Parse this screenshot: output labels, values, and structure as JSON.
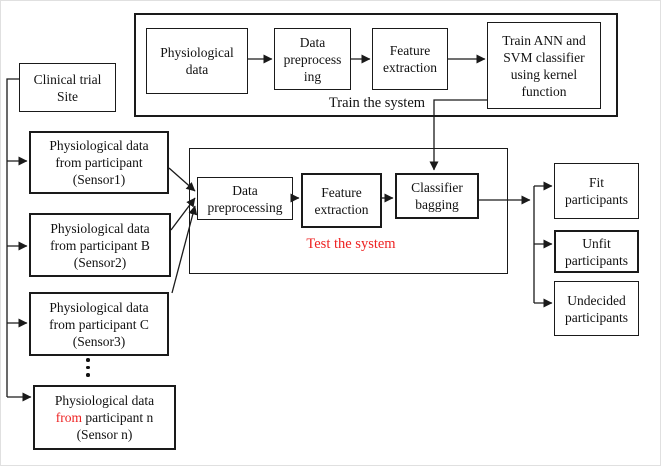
{
  "diagram": {
    "title_implicit": "Physiological data classification system flowchart",
    "colors": {
      "line": "#1a1a1a",
      "accent_red": "#ee2222",
      "background": "#ffffff"
    },
    "train_section": {
      "label": "Train the system",
      "boxes": {
        "physiological_data": "Physiological\ndata",
        "data_preprocessing": "Data\npreprocess\ning",
        "feature_extraction": "Feature\nextraction",
        "train_classifier": "Train ANN and\nSVM classifier\nusing kernel\nfunction"
      }
    },
    "clinical_site": {
      "label": "Clinical trial\nSite"
    },
    "participants": [
      {
        "text": "Physiological data\nfrom participant\n(Sensor1)"
      },
      {
        "text": "Physiological data\nfrom participant B\n(Sensor2)"
      },
      {
        "text": "Physiological data\nfrom participant C\n(Sensor3)"
      },
      {
        "line1": "Physiological data",
        "from_word": "from",
        "line2_rest": " participant n",
        "line3": "(Sensor n)"
      }
    ],
    "test_section": {
      "label": "Test the system",
      "boxes": {
        "data_preprocessing": "Data\npreprocessing",
        "feature_extraction": "Feature\nextraction",
        "classifier_bagging": "Classifier\nbagging"
      }
    },
    "outputs": [
      {
        "text": "Fit\nparticipants"
      },
      {
        "text": "Unfit\nparticipants"
      },
      {
        "text": "Undecided\nparticipants"
      }
    ]
  }
}
